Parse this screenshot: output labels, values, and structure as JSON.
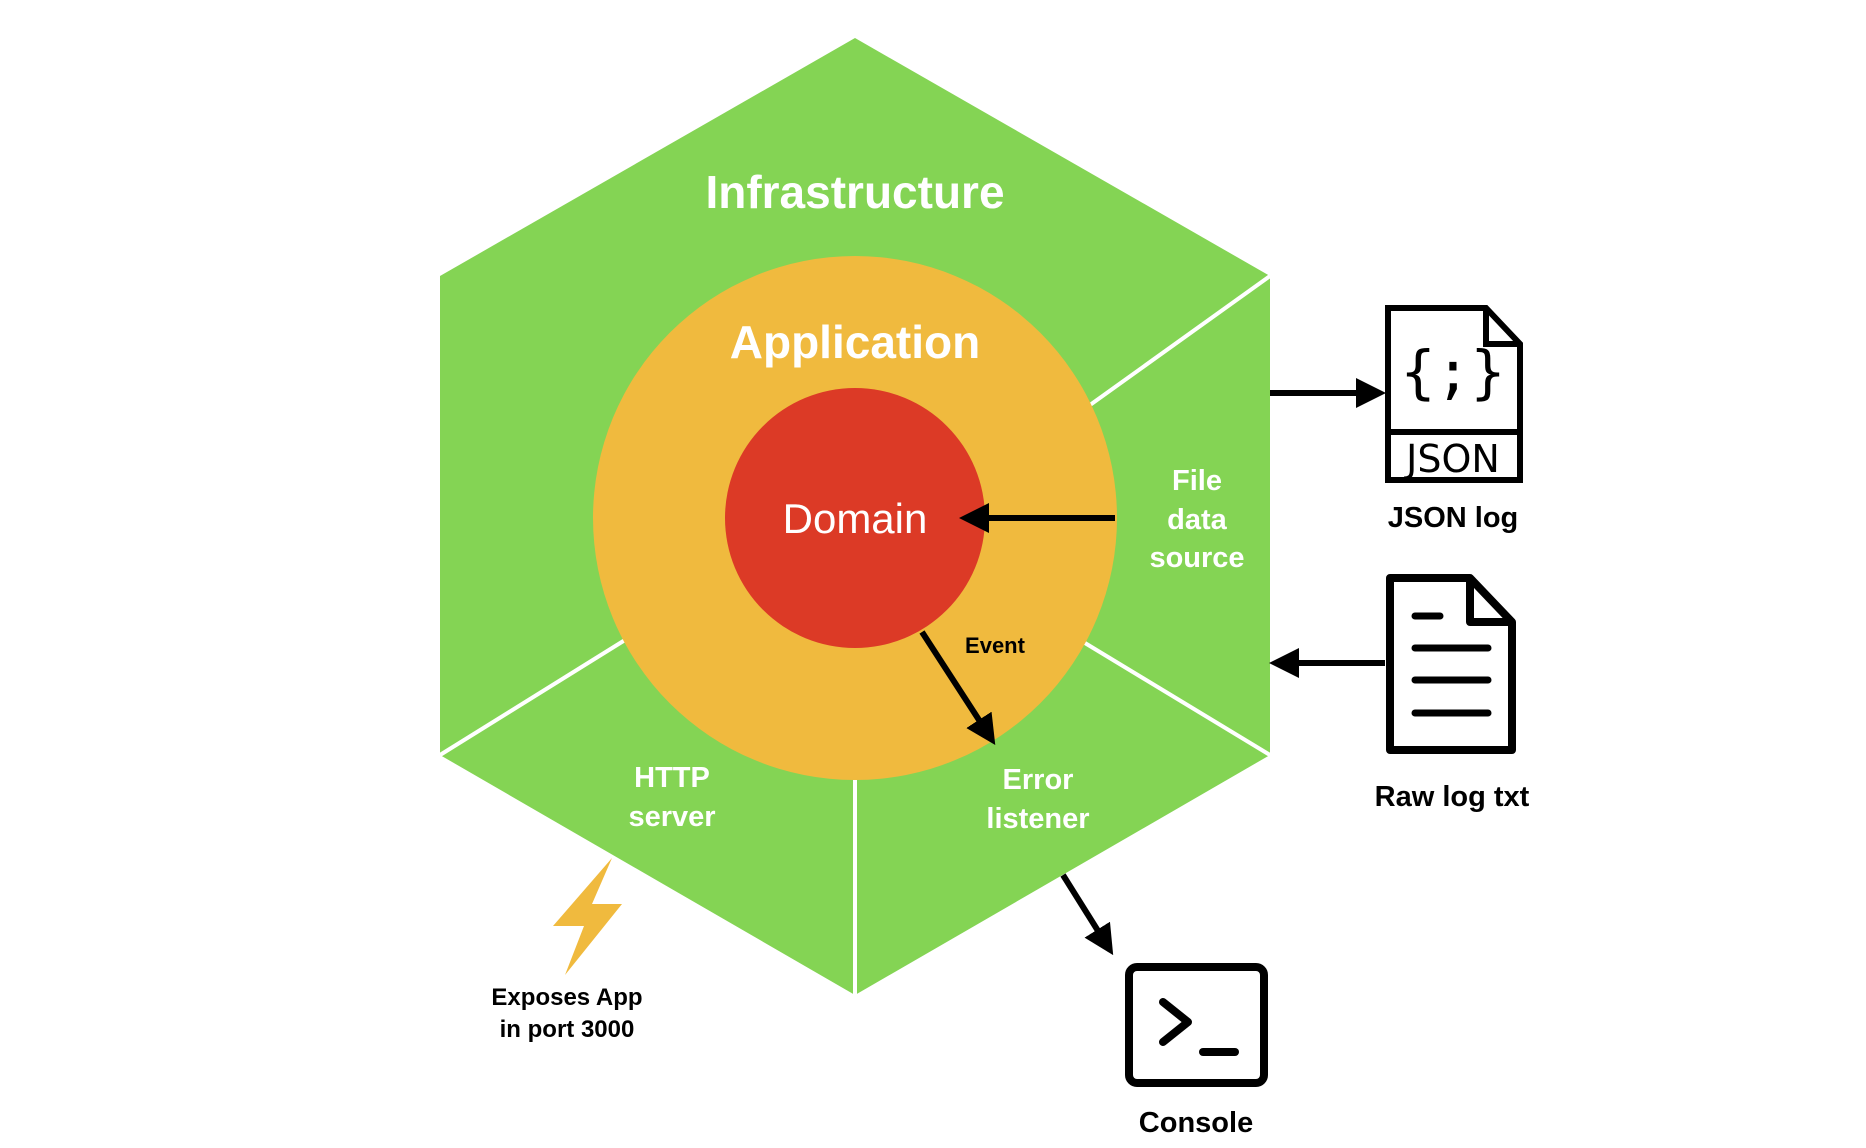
{
  "layers": {
    "infrastructure": "Infrastructure",
    "application": "Application",
    "domain": "Domain"
  },
  "adapters": {
    "file_data_source": [
      "File",
      "data",
      "source"
    ],
    "error_listener": [
      "Error",
      "listener"
    ],
    "http_server": [
      "HTTP",
      "server"
    ]
  },
  "arrows": {
    "event": "Event"
  },
  "external": {
    "json_log": "JSON log",
    "raw_log": "Raw log txt",
    "console": "Console",
    "exposes": [
      "Exposes App",
      "in port 3000"
    ],
    "json_icon_braces": "{;}",
    "json_icon_text": "JSON"
  },
  "colors": {
    "hexagon": "#84D454",
    "application": "#F0BA3E",
    "domain": "#DC3A26",
    "lightning": "#F0BA3E",
    "icons": "#000000"
  },
  "icons": {
    "json_file": "json-file-icon",
    "text_file": "text-file-icon",
    "terminal": "terminal-icon",
    "lightning": "lightning-bolt-icon"
  }
}
